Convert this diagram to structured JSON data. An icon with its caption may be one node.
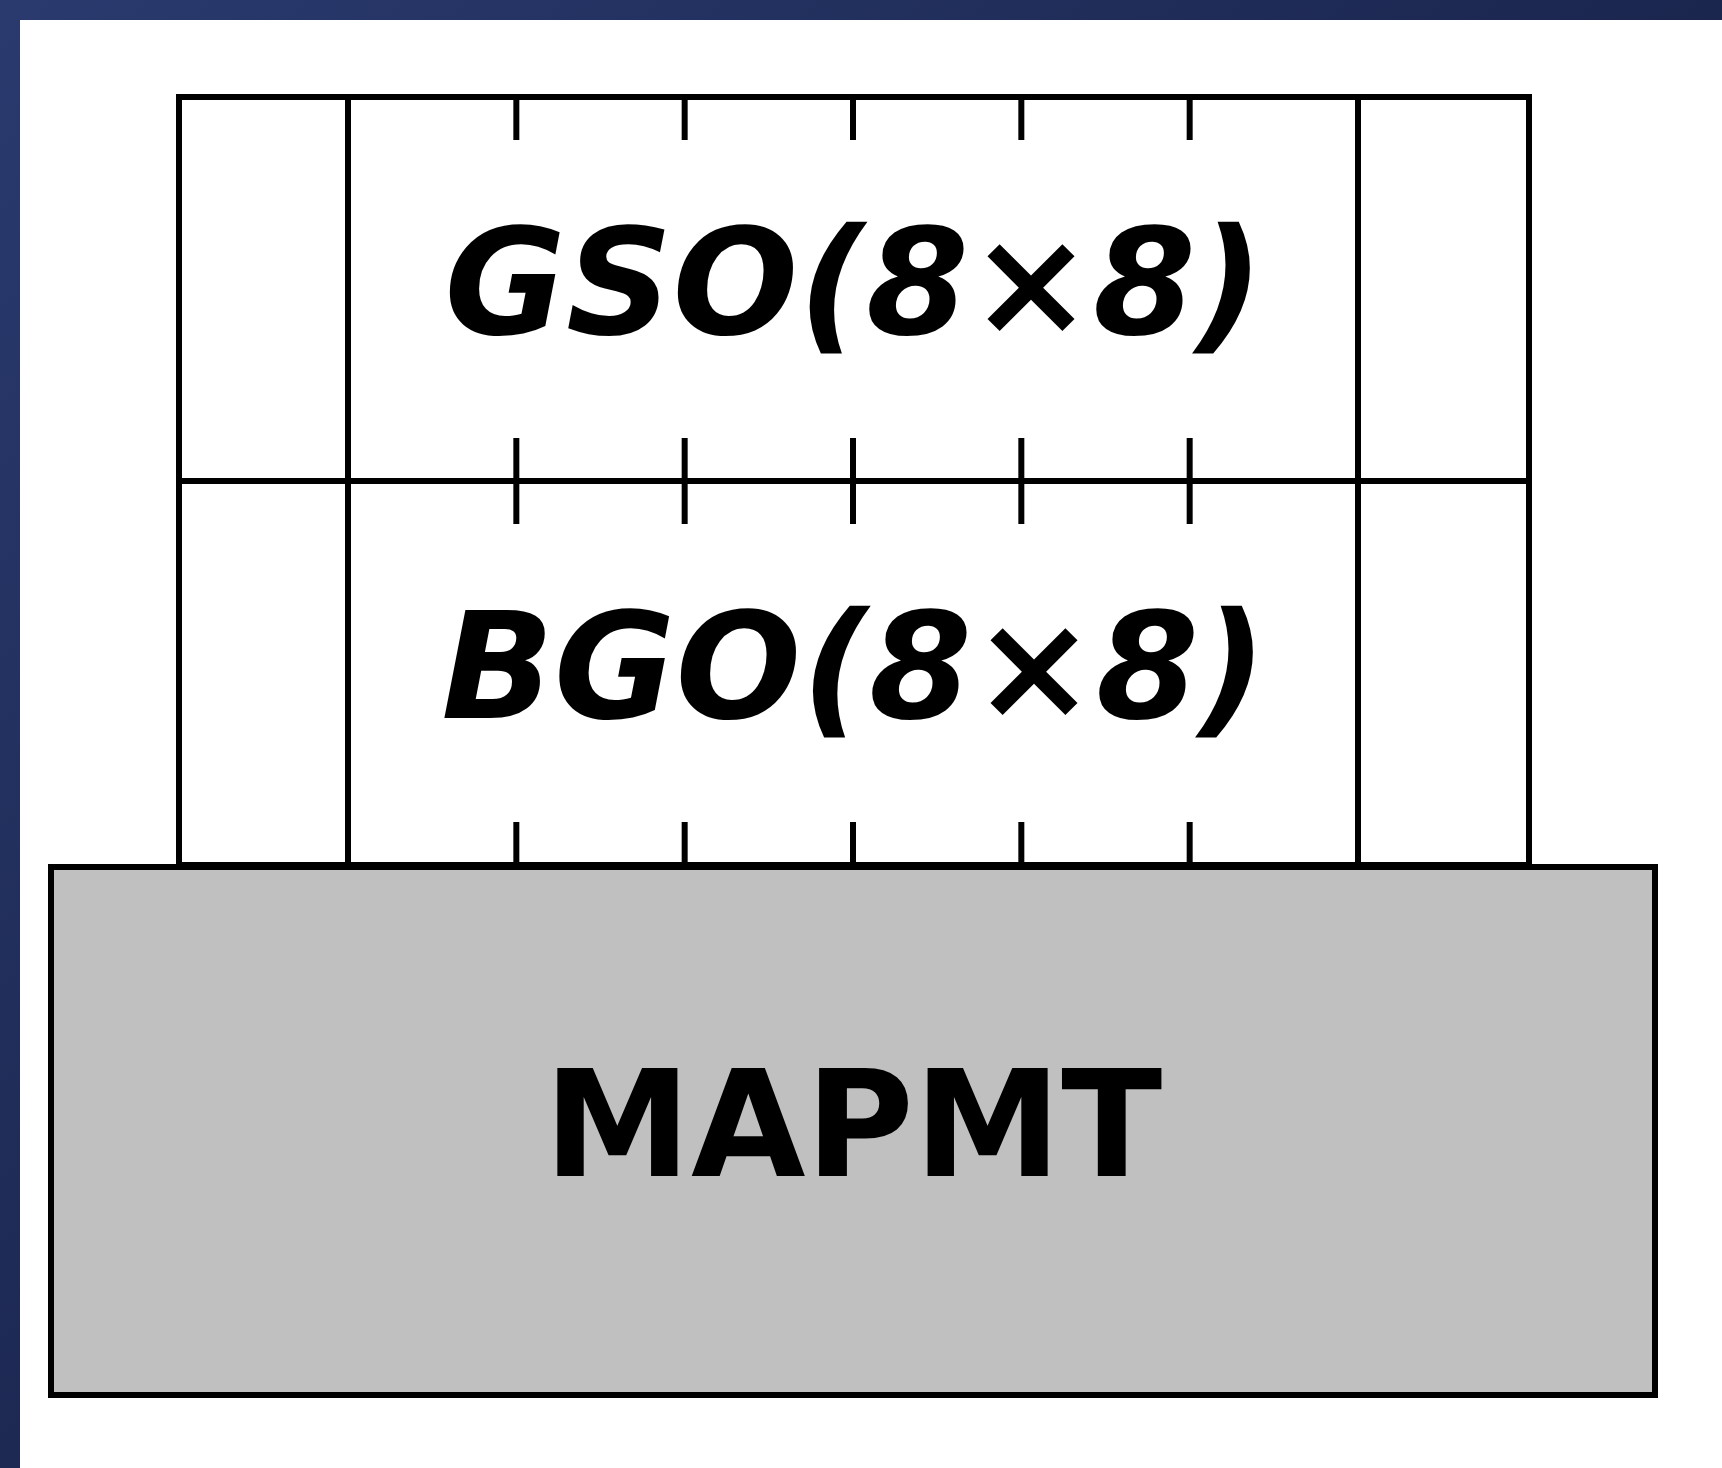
{
  "diagram": {
    "nodes": [
      {
        "text": [
          "GSO(8×8)"
        ]
      },
      {
        "text": [
          "BGO(8×8)"
        ]
      },
      {
        "text": [
          "MAPMT"
        ]
      }
    ]
  }
}
